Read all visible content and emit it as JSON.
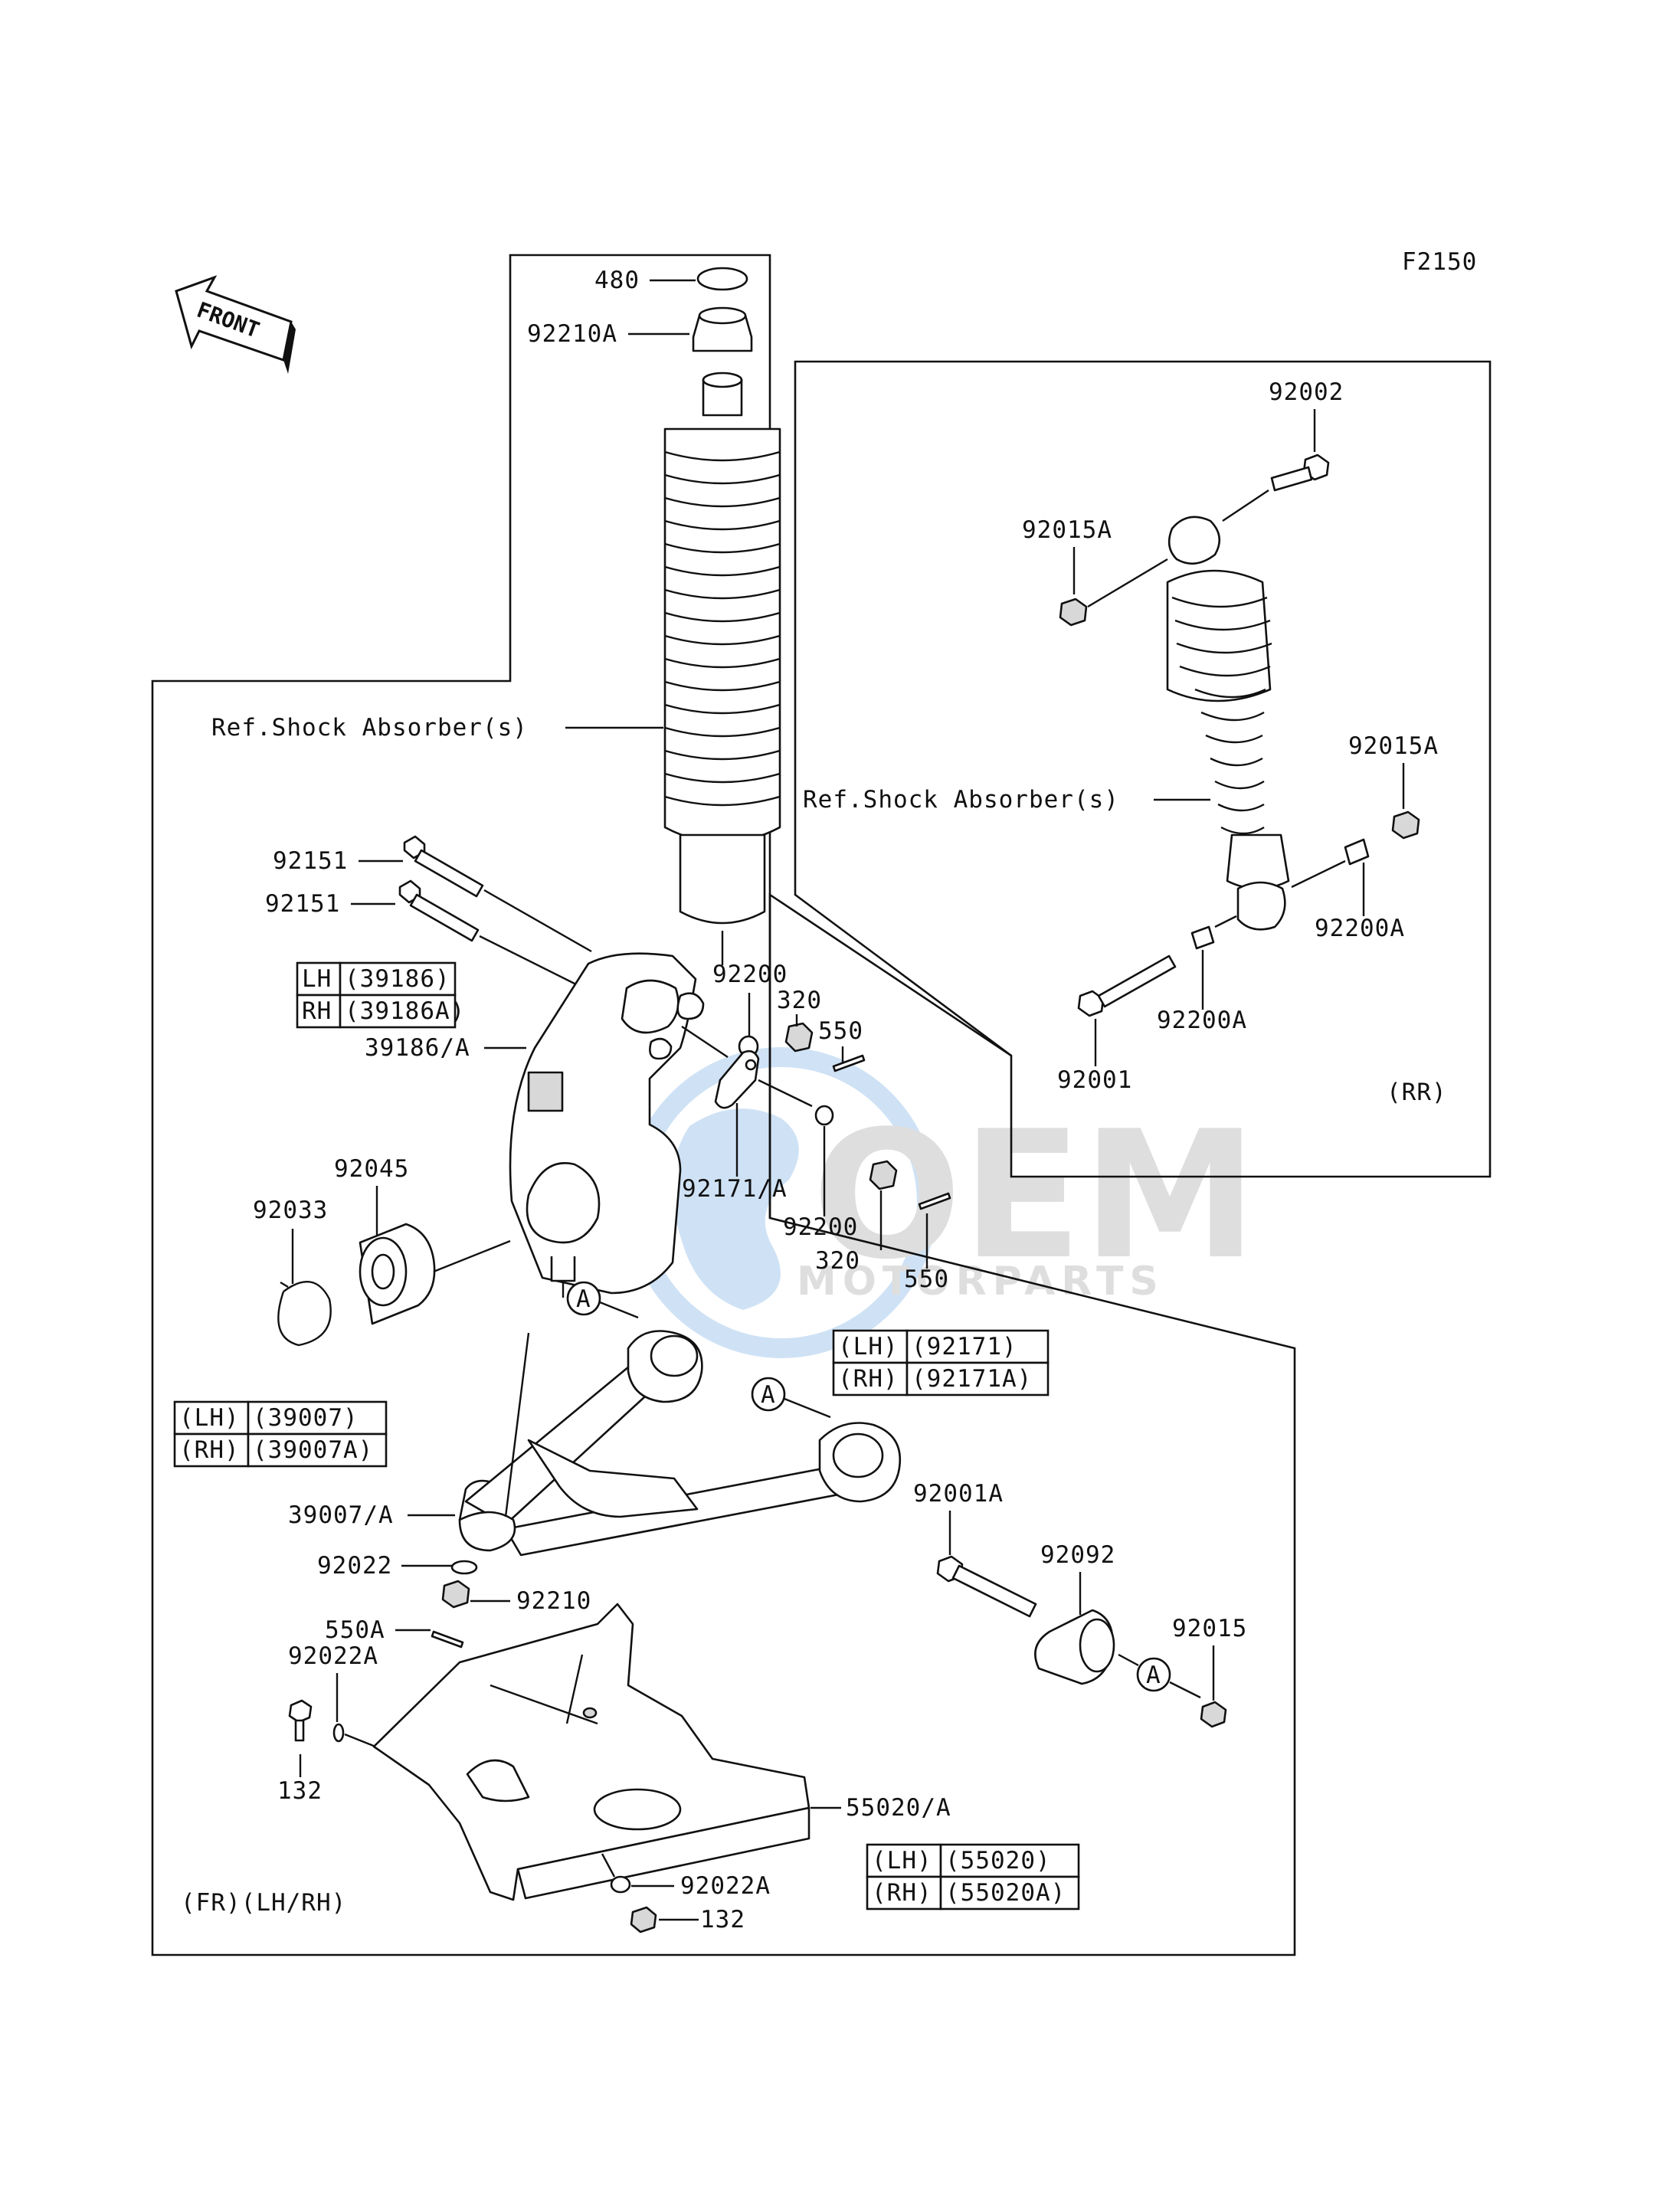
{
  "figure_code": "F2150",
  "front_label": "FRONT",
  "panel_front": {
    "caption": "(FR)(LH/RH)",
    "callouts": {
      "p480": "480",
      "p92210A": "92210A",
      "ref_shock": "Ref.Shock Absorber(s)",
      "p92151_a": "92151",
      "p92151_b": "92151",
      "p39186": "39186/A",
      "p92200_a": "92200",
      "p320_a": "320",
      "p550_a": "550",
      "p92171": "92171/A",
      "p92200_b": "92200",
      "p320_b": "320",
      "p550_b": "550",
      "p92045": "92045",
      "p92033": "92033",
      "p39007": "39007/A",
      "p92022": "92022",
      "p92210": "92210",
      "p550A": "550A",
      "p92022A_a": "92022A",
      "p132_a": "132",
      "p55020": "55020/A",
      "p92022A_b": "92022A",
      "p132_b": "132",
      "p92001A": "92001A",
      "p92092": "92092",
      "p92015": "92015"
    },
    "ref_marks": [
      "A",
      "A",
      "A"
    ],
    "tables": {
      "knuckle": [
        [
          "LH",
          "(39186)"
        ],
        [
          "RH",
          "(39186A)"
        ]
      ],
      "arm": [
        [
          "(LH)",
          "(39007)"
        ],
        [
          "(RH)",
          "(39007A)"
        ]
      ],
      "cotter_plate": [
        [
          "(LH)",
          "(92171)"
        ],
        [
          "(RH)",
          "(92171A)"
        ]
      ],
      "guard": [
        [
          "(LH)",
          "(55020)"
        ],
        [
          "(RH)",
          "(55020A)"
        ]
      ]
    }
  },
  "panel_rear": {
    "caption": "(RR)",
    "callouts": {
      "p92002": "92002",
      "p92015A_a": "92015A",
      "ref_shock": "Ref.Shock Absorber(s)",
      "p92015A_b": "92015A",
      "p92200A_a": "92200A",
      "p92200A_b": "92200A",
      "p92001": "92001"
    }
  },
  "watermark": {
    "brand": "OEM",
    "tagline": "MOTORPARTS"
  }
}
